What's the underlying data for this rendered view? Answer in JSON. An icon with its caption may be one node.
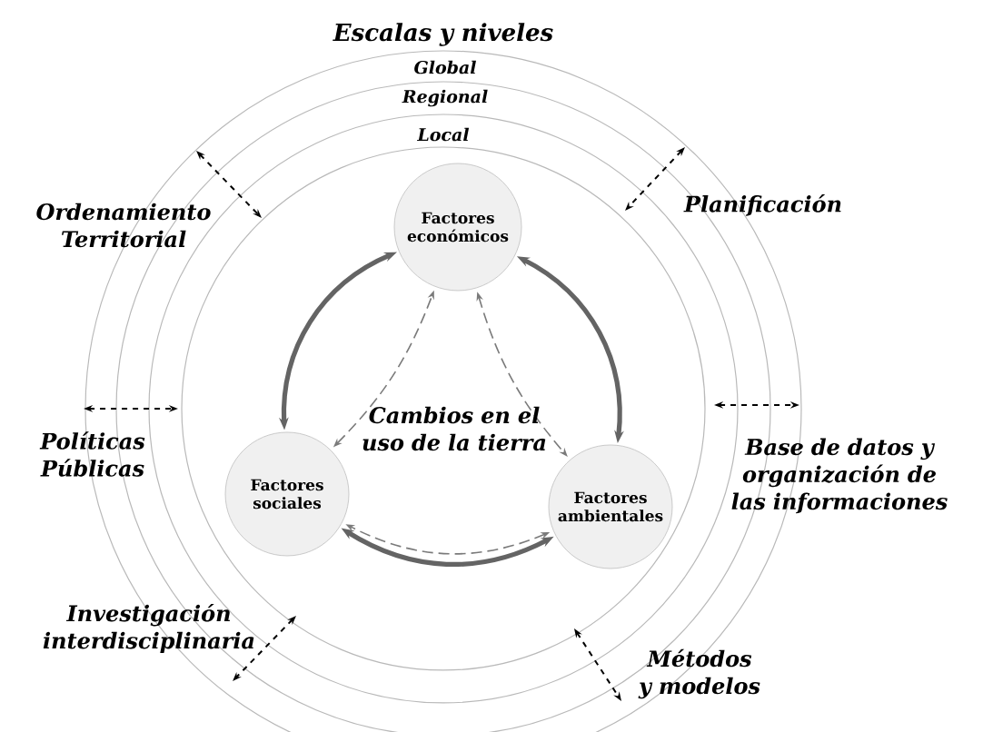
{
  "diagram": {
    "nodes": [
      {
        "text": [
          "Factores económicos"
        ]
      },
      {
        "text": [
          "Factores sociales"
        ]
      },
      {
        "text": [
          "Factores ambientales"
        ]
      }
    ],
    "edges": [
      {
        "from": 1,
        "to": 0,
        "arrow": "both",
        "style": "thick"
      },
      {
        "from": 0,
        "to": 2,
        "arrow": "both",
        "style": "thick"
      },
      {
        "from": 2,
        "to": 1,
        "arrow": "both",
        "style": "thick"
      },
      {
        "from": 1,
        "to": 0,
        "arrow": "both",
        "style": "dashed",
        "color": "#7a7a7a"
      },
      {
        "from": 0,
        "to": 2,
        "arrow": "both",
        "style": "dashed",
        "color": "#7a7a7a"
      },
      {
        "from": 2,
        "to": 1,
        "arrow": "both",
        "style": "dashed",
        "color": "#7a7a7a"
      }
    ],
    "labels": [
      "Escalas y niveles",
      "Global",
      "Regional",
      "Local",
      "Ordenamiento Territorial",
      "Planificación",
      "Cambios en el uso de la tierra",
      "Políticas Públicas",
      "Base de datos y organización de las informaciones",
      "Investigación interdisciplinaria",
      "Métodos y modelos"
    ]
  }
}
